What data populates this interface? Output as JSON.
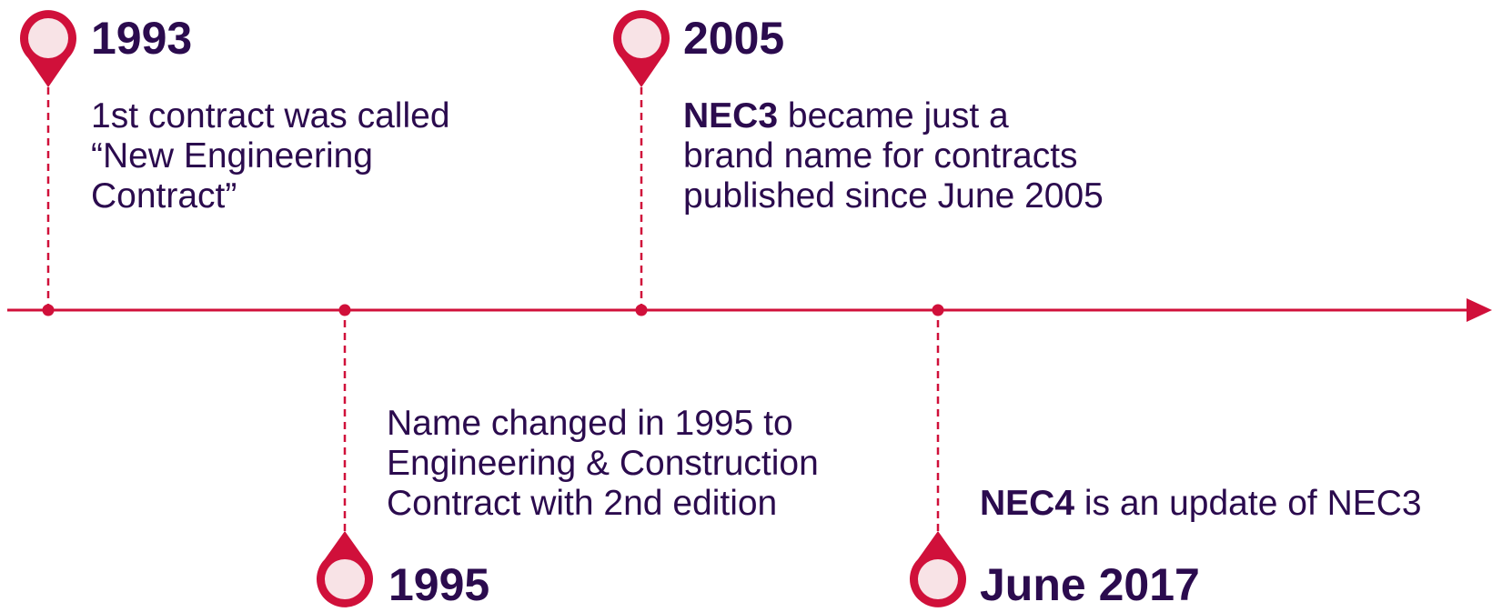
{
  "colors": {
    "accent": "#d0103a",
    "pin_fill": "#f8e3e6",
    "text": "#2b0b4e"
  },
  "events": [
    {
      "year": "1993",
      "line1": "1st contract was called",
      "line2": "“New Engineering",
      "line3": "Contract”"
    },
    {
      "year": "1995",
      "line1": "Name changed in 1995 to",
      "line2": "Engineering & Construction",
      "line3": "Contract with 2nd edition"
    },
    {
      "year": "2005",
      "bold": "NEC3",
      "line1": " became just a",
      "line2": "brand name for contracts",
      "line3": "published since June 2005"
    },
    {
      "year": "June 2017",
      "bold": "NEC4",
      "line1": " is an update of NEC3"
    }
  ]
}
